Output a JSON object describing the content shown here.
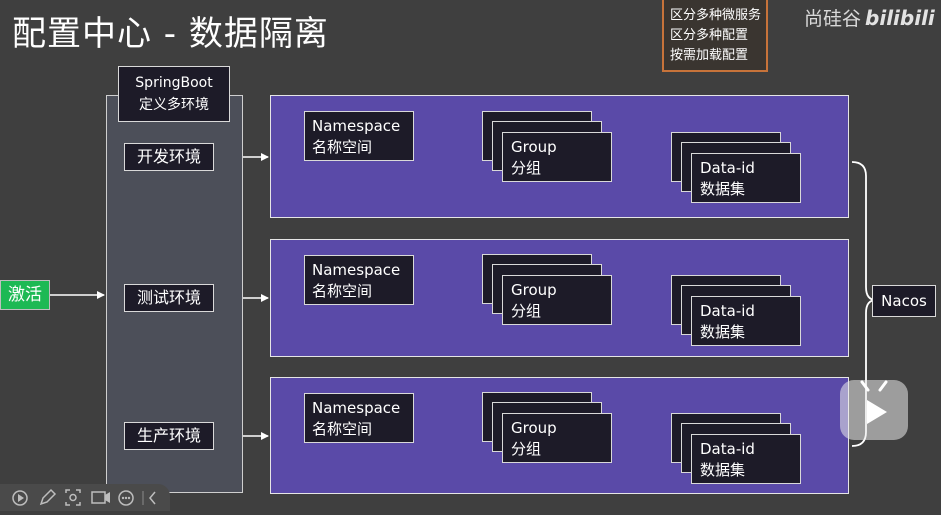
{
  "title": "配置中心 - 数据隔离",
  "note": {
    "lines": [
      "区分多种微服务",
      "区分多种配置",
      "按需加载配置"
    ]
  },
  "brand": {
    "name": "尚硅谷",
    "logo": "bilibili"
  },
  "springboot": {
    "line1": "SpringBoot",
    "line2": "定义多环境"
  },
  "activate_label": "激活",
  "environments": [
    {
      "label": "开发环境",
      "namespace": {
        "line1": "Namespace",
        "line2": "名称空间"
      },
      "group": {
        "line1": "Group",
        "line2": "分组"
      },
      "dataid": {
        "line1": "Data-id",
        "line2": "数据集"
      }
    },
    {
      "label": "测试环境",
      "namespace": {
        "line1": "Namespace",
        "line2": "名称空间"
      },
      "group": {
        "line1": "Group",
        "line2": "分组"
      },
      "dataid": {
        "line1": "Data-id",
        "line2": "数据集"
      }
    },
    {
      "label": "生产环境",
      "namespace": {
        "line1": "Namespace",
        "line2": "名称空间"
      },
      "group": {
        "line1": "Group",
        "line2": "分组"
      },
      "dataid": {
        "line1": "Data-id",
        "line2": "数据集"
      }
    }
  ],
  "nacos_label": "Nacos",
  "colors": {
    "background": "#3f3f3f",
    "panel": "#5a4aa8",
    "node": "#1d1b28",
    "activate": "#1db954",
    "note_border": "#c7733a"
  },
  "icons": {
    "toolbar": [
      "play-icon",
      "pen-icon",
      "scan-icon",
      "camera-icon",
      "more-icon",
      "back-icon"
    ],
    "overlay": "video-play-icon"
  }
}
